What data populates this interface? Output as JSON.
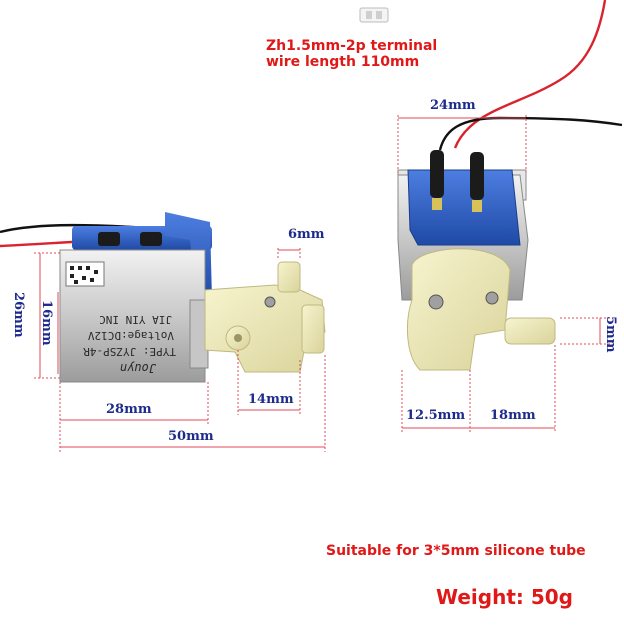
{
  "captions": {
    "terminal": "Zh1.5mm-2p terminal",
    "wire_length": "wire length 110mm",
    "tube": "Suitable for 3*5mm silicone tube",
    "weight": "Weight: 50g"
  },
  "left_valve": {
    "label_brand": "Jouyn",
    "label_type": "TYPE: JYZSP-4R",
    "label_voltage": "Voltage:DC12V",
    "label_maker": "JIA YIN INC",
    "dims": {
      "height_outer": "26mm",
      "height_inner": "16mm",
      "nozzle_top": "6mm",
      "outlet": "14mm",
      "body_length": "28mm",
      "total_length": "50mm"
    }
  },
  "right_valve": {
    "dims": {
      "width": "24mm",
      "nozzle_side": "5mm",
      "left_span": "12.5mm",
      "right_span": "18mm"
    }
  },
  "colors": {
    "dimension_text": "#1d2b8c",
    "dimension_line": "#e0485a",
    "caption": "#e01818",
    "coil_blue": "#2b58b8",
    "body_plastic": "#ece8b4"
  }
}
